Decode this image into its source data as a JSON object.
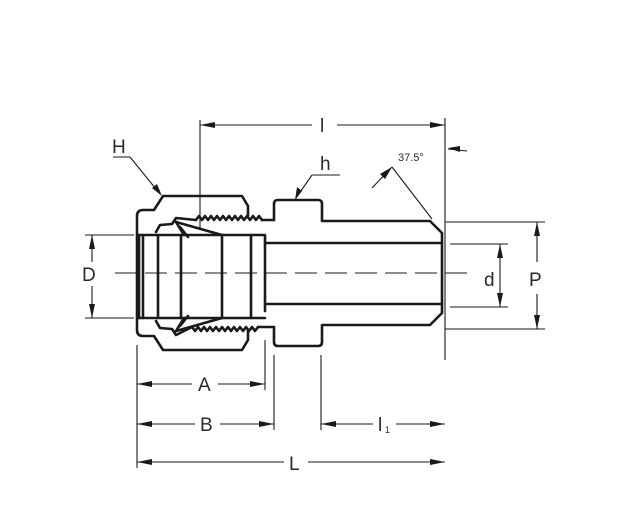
{
  "diagram": {
    "title": "Male connector fitting dimension drawing",
    "labels": {
      "H": "H",
      "h": "h",
      "I": "l",
      "angle": "37.5°",
      "D": "D",
      "d": "d",
      "P": "P",
      "A": "A",
      "B": "B",
      "l1_main": "l",
      "l1_sub": "1",
      "L": "L"
    },
    "colors": {
      "line": "#1a1a1a",
      "background": "#ffffff",
      "text": "#2a2a2a"
    }
  }
}
